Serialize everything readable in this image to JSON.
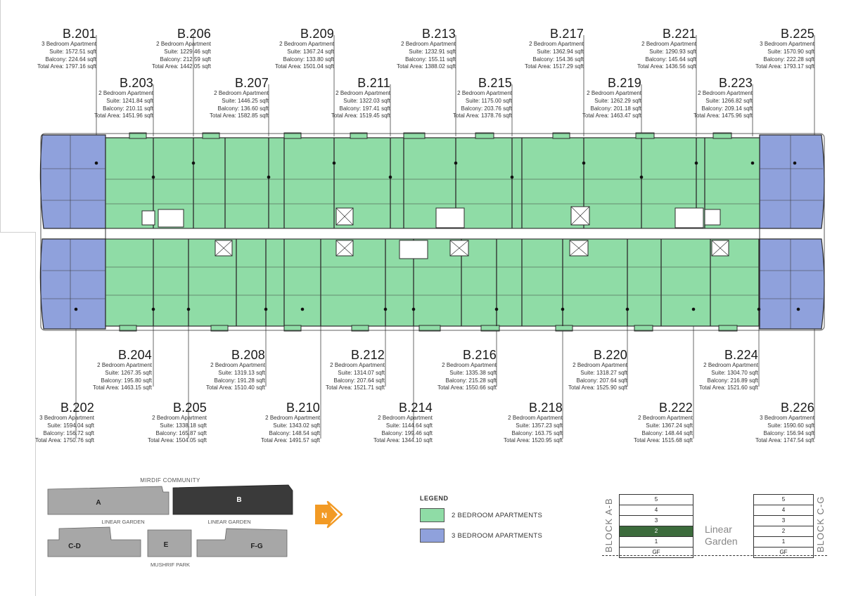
{
  "colors": {
    "two_bed": "#8fdca6",
    "three_bed": "#8fa1dc",
    "accent": "#f29a24",
    "selected_block": "#3a3a3a",
    "block_gray": "#a7a7a7",
    "selected_floor": "#3c6b3c"
  },
  "units_top_row": [
    {
      "id": "B.201",
      "type": "3 Bedroom Apartment",
      "suite": "Suite: 1572.51 sqft",
      "balcony": "Balcony: 224.64 sqft",
      "total": "Total Area: 1797.16 sqft"
    },
    {
      "id": "B.206",
      "type": "2 Bedroom Apartment",
      "suite": "Suite: 1229.46 sqft",
      "balcony": "Balcony: 212.59 sqft",
      "total": "Total Area: 1442.05 sqft"
    },
    {
      "id": "B.209",
      "type": "2 Bedroom Apartment",
      "suite": "Suite: 1367.24 sqft",
      "balcony": "Balcony: 133.80 sqft",
      "total": "Total Area: 1501.04 sqft"
    },
    {
      "id": "B.213",
      "type": "2 Bedroom Apartment",
      "suite": "Suite: 1232.91 sqft",
      "balcony": "Balcony: 155.11 sqft",
      "total": "Total Area: 1388.02 sqft"
    },
    {
      "id": "B.217",
      "type": "2 Bedroom Apartment",
      "suite": "Suite: 1362.94 sqft",
      "balcony": "Balcony: 154.36 sqft",
      "total": "Total Area: 1517.29 sqft"
    },
    {
      "id": "B.221",
      "type": "2 Bedroom Apartment",
      "suite": "Suite: 1290.93 sqft",
      "balcony": "Balcony: 145.64 sqft",
      "total": "Total Area: 1436.56 sqft"
    },
    {
      "id": "B.225",
      "type": "3 Bedroom Apartment",
      "suite": "Suite: 1570.90 sqft",
      "balcony": "Balcony: 222.28 sqft",
      "total": "Total Area: 1793.17 sqft"
    }
  ],
  "units_top_row2": [
    {
      "id": "B.203",
      "type": "2 Bedroom Apartment",
      "suite": "Suite: 1241.84 sqft",
      "balcony": "Balcony: 210.11 sqft",
      "total": "Total Area: 1451.96 sqft"
    },
    {
      "id": "B.207",
      "type": "2 Bedroom Apartment",
      "suite": "Suite: 1446.25 sqft",
      "balcony": "Balcony: 136.60 sqft",
      "total": "Total Area: 1582.85 sqft"
    },
    {
      "id": "B.211",
      "type": "2 Bedroom Apartment",
      "suite": "Suite: 1322.03 sqft",
      "balcony": "Balcony: 197.41 sqft",
      "total": "Total Area: 1519.45 sqft"
    },
    {
      "id": "B.215",
      "type": "2 Bedroom Apartment",
      "suite": "Suite: 1175.00 sqft",
      "balcony": "Balcony: 203.76 sqft",
      "total": "Total Area: 1378.76 sqft"
    },
    {
      "id": "B.219",
      "type": "2 Bedroom Apartment",
      "suite": "Suite: 1262.29 sqft",
      "balcony": "Balcony: 201.18 sqft",
      "total": "Total Area: 1463.47 sqft"
    },
    {
      "id": "B.223",
      "type": "2 Bedroom Apartment",
      "suite": "Suite: 1266.82 sqft",
      "balcony": "Balcony: 209.14 sqft",
      "total": "Total Area: 1475.96 sqft"
    }
  ],
  "units_bottom_row1": [
    {
      "id": "B.204",
      "type": "2 Bedroom Apartment",
      "suite": "Suite: 1267.35 sqft",
      "balcony": "Balcony: 195.80 sqft",
      "total": "Total Area: 1463.15 sqft"
    },
    {
      "id": "B.208",
      "type": "2 Bedroom Apartment",
      "suite": "Suite: 1319.13 sqft",
      "balcony": "Balcony: 191.28 sqft",
      "total": "Total Area: 1510.40 sqft"
    },
    {
      "id": "B.212",
      "type": "2 Bedroom Apartment",
      "suite": "Suite: 1314.07 sqft",
      "balcony": "Balcony: 207.64 sqft",
      "total": "Total Area: 1521.71 sqft"
    },
    {
      "id": "B.216",
      "type": "2 Bedroom Apartment",
      "suite": "Suite: 1335.38 sqft",
      "balcony": "Balcony: 215.28 sqft",
      "total": "Total Area: 1550.66 sqft"
    },
    {
      "id": "B.220",
      "type": "2 Bedroom Apartment",
      "suite": "Suite: 1318.27 sqft",
      "balcony": "Balcony: 207.64 sqft",
      "total": "Total Area: 1525.90 sqft"
    },
    {
      "id": "B.224",
      "type": "2 Bedroom Apartment",
      "suite": "Suite: 1304.70 sqft",
      "balcony": "Balcony: 216.89 sqft",
      "total": "Total Area: 1521.60 sqft"
    }
  ],
  "units_bottom_row2": [
    {
      "id": "B.202",
      "type": "3 Bedroom Apartment",
      "suite": "Suite: 1594.04 sqft",
      "balcony": "Balcony: 156.72 sqft",
      "total": "Total Area: 1750.76 sqft"
    },
    {
      "id": "B.205",
      "type": "2 Bedroom Apartment",
      "suite": "Suite: 1338.18 sqft",
      "balcony": "Balcony: 165.87 sqft",
      "total": "Total Area: 1504.05 sqft"
    },
    {
      "id": "B.210",
      "type": "2 Bedroom Apartment",
      "suite": "Suite: 1343.02 sqft",
      "balcony": "Balcony: 148.54 sqft",
      "total": "Total Area: 1491.57 sqft"
    },
    {
      "id": "B.214",
      "type": "2 Bedroom Apartment",
      "suite": "Suite: 1144.64 sqft",
      "balcony": "Balcony: 199.46 sqft",
      "total": "Total Area: 1344.10 sqft"
    },
    {
      "id": "B.218",
      "type": "2 Bedroom Apartment",
      "suite": "Suite: 1357.23 sqft",
      "balcony": "Balcony: 163.75 sqft",
      "total": "Total Area: 1520.95 sqft"
    },
    {
      "id": "B.222",
      "type": "2 Bedroom Apartment",
      "suite": "Suite: 1367.24 sqft",
      "balcony": "Balcony: 148.44 sqft",
      "total": "Total Area: 1515.68 sqft"
    },
    {
      "id": "B.226",
      "type": "3 Bedroom Apartment",
      "suite": "Suite: 1590.60 sqft",
      "balcony": "Balcony: 156.94 sqft",
      "total": "Total Area: 1747.54 sqft"
    }
  ],
  "key_plan": {
    "top_label": "MIRDIF COMMUNITY",
    "mid_label_left": "LINEAR GARDEN",
    "mid_label_right": "LINEAR GARDEN",
    "bottom_label": "MUSHRIF PARK",
    "blocks": {
      "a": "A",
      "b": "B",
      "cd": "C-D",
      "e": "E",
      "fg": "F-G"
    },
    "north": "N"
  },
  "legend": {
    "title": "LEGEND",
    "items": [
      {
        "label": "2 BEDROOM APARTMENTS"
      },
      {
        "label": "3 BEDROOM APARTMENTS"
      }
    ]
  },
  "stacks": {
    "left_name": "BLOCK A-B",
    "right_name": "BLOCK C-G",
    "floors": [
      "5",
      "4",
      "3",
      "2",
      "1",
      "GF"
    ],
    "selected_floor": "2",
    "garden_line1": "Linear",
    "garden_line2": "Garden"
  }
}
